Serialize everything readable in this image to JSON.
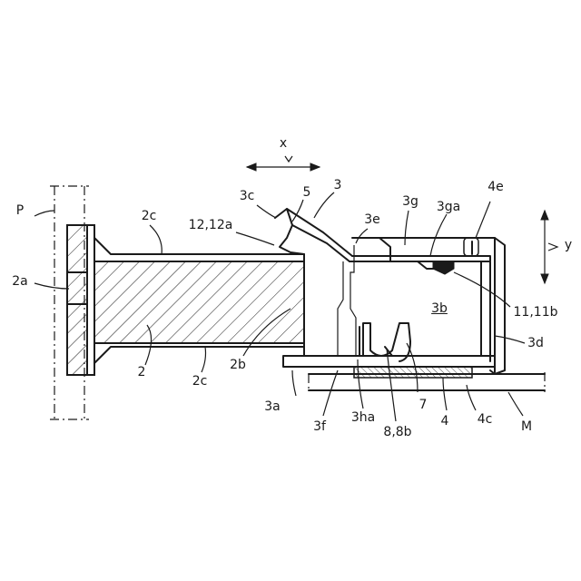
{
  "labels": {
    "P": "P",
    "2a": "2a",
    "2c_top": "2c",
    "2": "2",
    "2c_bottom": "2c",
    "2b": "2b",
    "12_12a": "12,12a",
    "3c": "3c",
    "5": "5",
    "3": "3",
    "x": "x",
    "y": "y",
    "3e": "3e",
    "3g": "3g",
    "3ga": "3ga",
    "4e": "4e",
    "3b": "3b",
    "11_11b": "11,11b",
    "3d": "3d",
    "3a": "3a",
    "3f": "3f",
    "3ha": "3ha",
    "8_8b": "8,8b",
    "7": "7",
    "4": "4",
    "4c": "4c",
    "M": "M"
  }
}
